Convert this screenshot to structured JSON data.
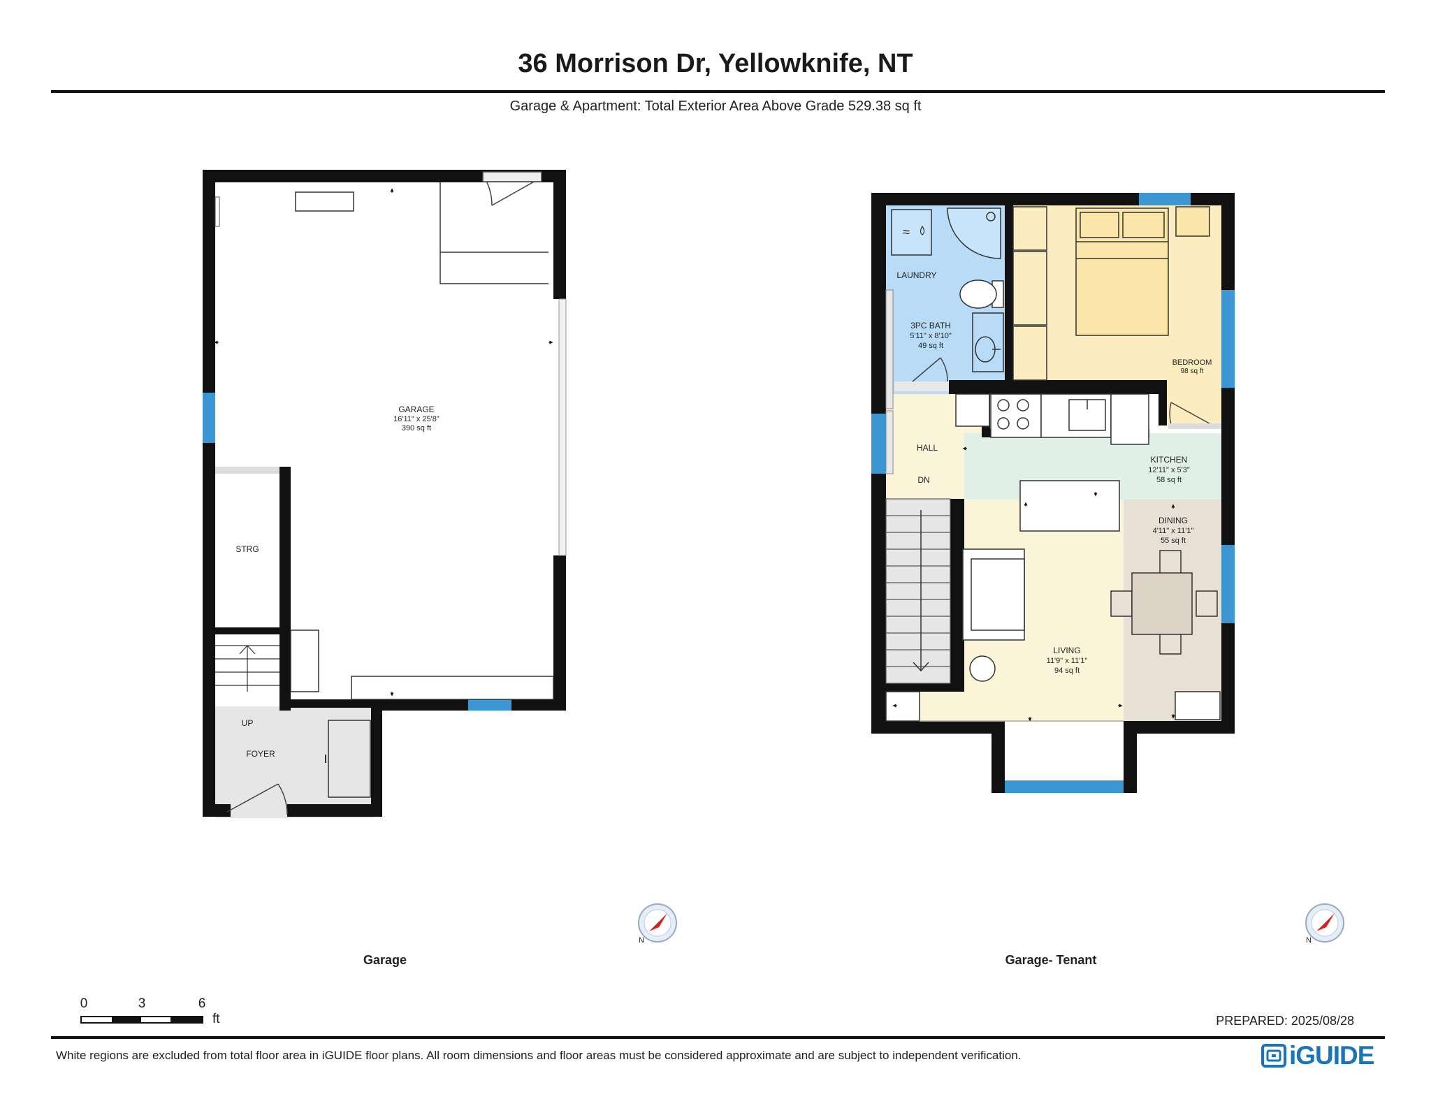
{
  "header": {
    "title": "36 Morrison Dr, Yellowknife, NT",
    "subtitle": "Garage & Apartment: Total Exterior Area Above Grade 529.38 sq ft"
  },
  "colors": {
    "wall": "#111111",
    "window": "#3c96d2",
    "bath_laundry": "#b8dcf7",
    "bedroom": "#fbedc0",
    "hall_living": "#fbf4d9",
    "kitchen": "#e0f0e6",
    "dining": "#e8e0d4",
    "foyer": "#e6e6e6",
    "brand": "#1b74b8",
    "north_arrow": "#d42020"
  },
  "plans": {
    "garage": {
      "label": "Garage",
      "rooms": {
        "garage": {
          "name": "GARAGE",
          "dims": "16'11\" x 25'8\"",
          "area": "390 sq ft"
        },
        "storage": {
          "name": "STRG"
        },
        "foyer": {
          "name": "FOYER"
        },
        "up": {
          "name": "UP"
        }
      }
    },
    "tenant": {
      "label": "Garage- Tenant",
      "rooms": {
        "laundry": {
          "name": "LAUNDRY"
        },
        "bath": {
          "name": "3PC BATH",
          "dims": "5'11\" x 8'10\"",
          "area": "49 sq ft"
        },
        "bedroom": {
          "name": "BEDROOM",
          "area": "98 sq ft"
        },
        "hall": {
          "name": "HALL"
        },
        "dn": {
          "name": "DN"
        },
        "kitchen": {
          "name": "KITCHEN",
          "dims": "12'11\" x 5'3\"",
          "area": "58 sq ft"
        },
        "dining": {
          "name": "DINING",
          "dims": "4'11\" x 11'1\"",
          "area": "55 sq ft"
        },
        "living": {
          "name": "LIVING",
          "dims": "11'9\" x 11'1\"",
          "area": "94 sq ft"
        }
      }
    }
  },
  "compass": {
    "north_label": "N"
  },
  "scale": {
    "ticks": [
      "0",
      "3",
      "6"
    ],
    "unit": "ft"
  },
  "footer": {
    "prepared": "PREPARED: 2025/08/28",
    "disclaimer": "White regions are excluded from total floor area in iGUIDE floor plans. All room dimensions and floor areas must be considered approximate and are subject to independent verification.",
    "brand": "iGUIDE"
  }
}
